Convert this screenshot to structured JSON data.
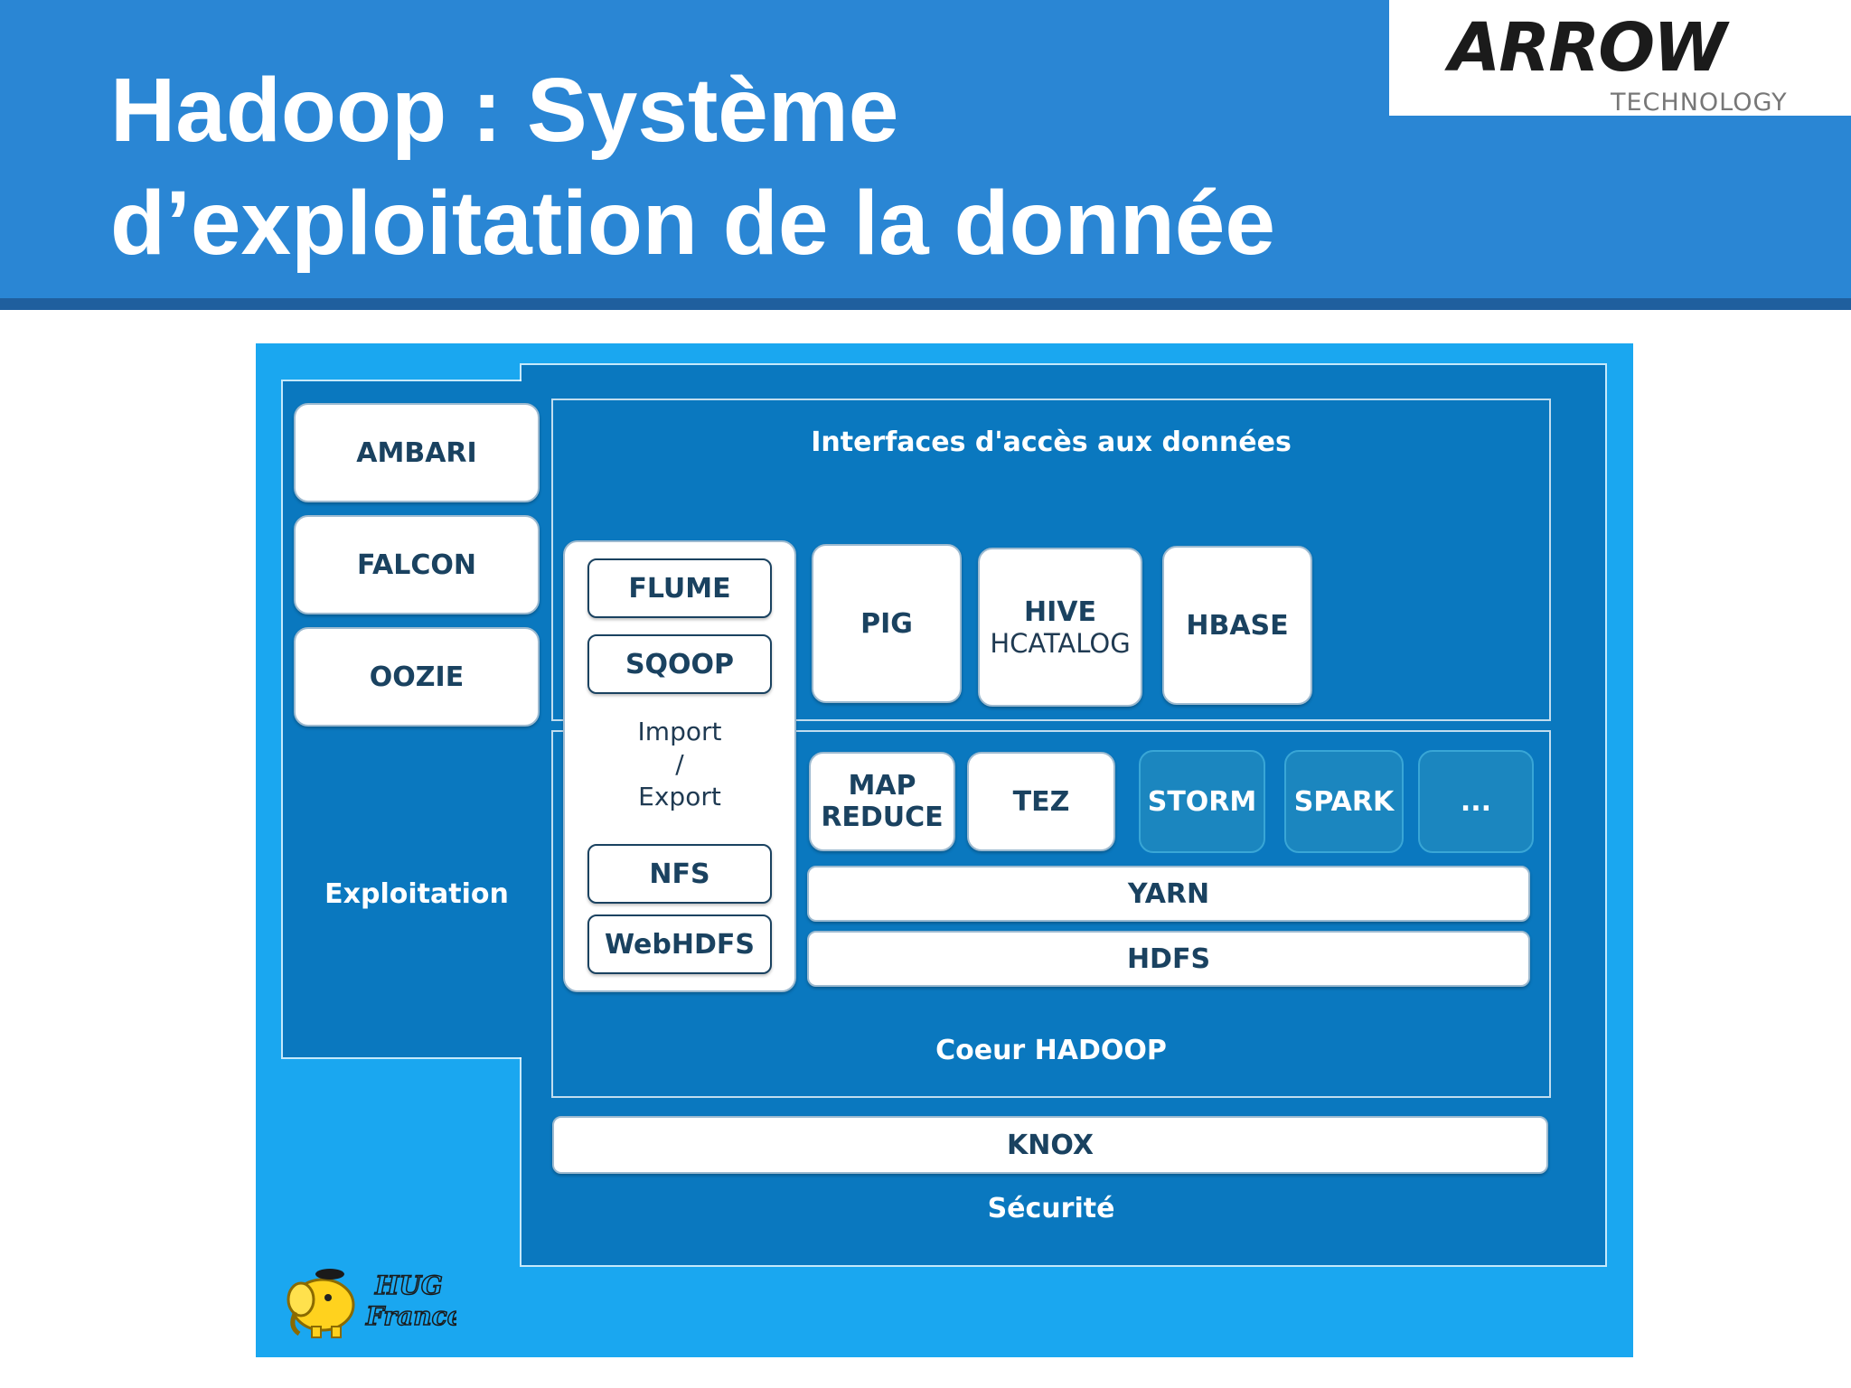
{
  "slide": {
    "title_line1": "Hadoop : Système",
    "title_line2": "d’exploitation de la donnée",
    "header_color": "#2a86d4"
  },
  "logo": {
    "brand": "ARROW",
    "tagline": "TECHNOLOGY"
  },
  "diagram": {
    "exploitation": {
      "label": "Exploitation",
      "items": [
        "AMBARI",
        "FALCON",
        "OOZIE"
      ]
    },
    "interfaces": {
      "label": "Interfaces d'accès aux données",
      "ingest": {
        "items_top": [
          "FLUME",
          "SQOOP"
        ],
        "import_export": [
          "Import",
          "/",
          "Export"
        ],
        "items_bottom": [
          "NFS",
          "WebHDFS"
        ]
      },
      "pig": "PIG",
      "hive": {
        "title": "HIVE",
        "sub": "HCATALOG"
      },
      "hbase": "HBASE"
    },
    "core": {
      "label": "Coeur HADOOP",
      "map_reduce": [
        "MAP",
        "REDUCE"
      ],
      "tez": "TEZ",
      "storm": "STORM",
      "spark": "SPARK",
      "more": "...",
      "yarn": "YARN",
      "hdfs": "HDFS"
    },
    "security": {
      "label": "Sécurité",
      "knox": "KNOX"
    },
    "badge": {
      "line1": "HUG",
      "line2": "France"
    },
    "colors": {
      "background": "#1aa7f0",
      "panel": "#0a78bf",
      "box_text": "#1a4260",
      "teal_box": "#1b86bf"
    }
  }
}
